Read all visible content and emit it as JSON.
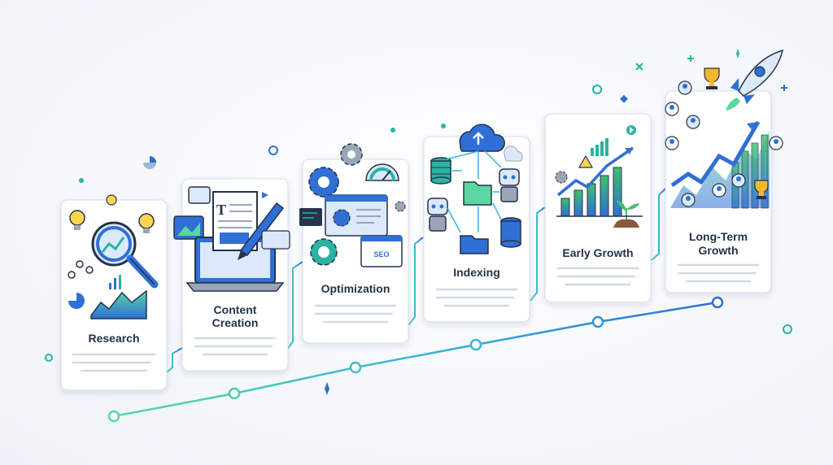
{
  "stages": [
    {
      "id": "research",
      "title": "Research",
      "icon": "magnifier-chart-icon"
    },
    {
      "id": "content-creation",
      "title_lines": [
        "Content",
        "Creation"
      ],
      "icon": "laptop-document-pen-icon"
    },
    {
      "id": "optimization",
      "title": "Optimization",
      "icon": "gears-seo-window-icon",
      "badge": "SEO"
    },
    {
      "id": "indexing",
      "title": "Indexing",
      "icon": "cloud-robots-database-icon"
    },
    {
      "id": "early-growth",
      "title": "Early Growth",
      "icon": "bar-chart-sprout-icon"
    },
    {
      "id": "long-term-growth",
      "title_lines": [
        "Long-Term",
        "Growth"
      ],
      "icon": "rocket-trophy-chart-icon"
    }
  ],
  "colors": {
    "blue": "#2f6fd6",
    "teal": "#2bb3a3",
    "green": "#3fbf6b",
    "ink": "#24324a",
    "card": "#ffffff",
    "line": "#cfd8e3"
  }
}
